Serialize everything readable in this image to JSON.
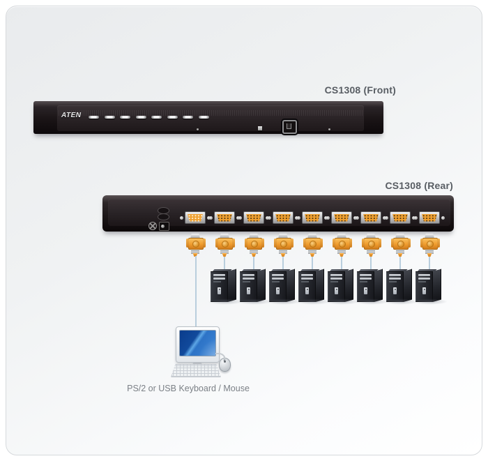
{
  "labels": {
    "front": "CS1308 (Front)",
    "rear": "CS1308 (Rear)"
  },
  "brand": "ATEN",
  "console_label": "PS/2 or USB Keyboard / Mouse",
  "counts": {
    "front_port_buttons": 8,
    "rear_vga_ports": 9,
    "cable_plugs": 9,
    "computers": 8
  },
  "colors": {
    "connector_orange": "#f0a030",
    "cable_blue": "#b9cedd",
    "label_gray": "#585d63"
  },
  "icons": {
    "grounding_screw": "circle-with-cross",
    "vga_port": "db15-trapezoid",
    "cable_plug": "sphd-orange-connector",
    "tower_pc": "computer-tower",
    "monitor": "crt-lcd-monitor",
    "keyboard": "keyboard",
    "mouse": "mouse"
  }
}
